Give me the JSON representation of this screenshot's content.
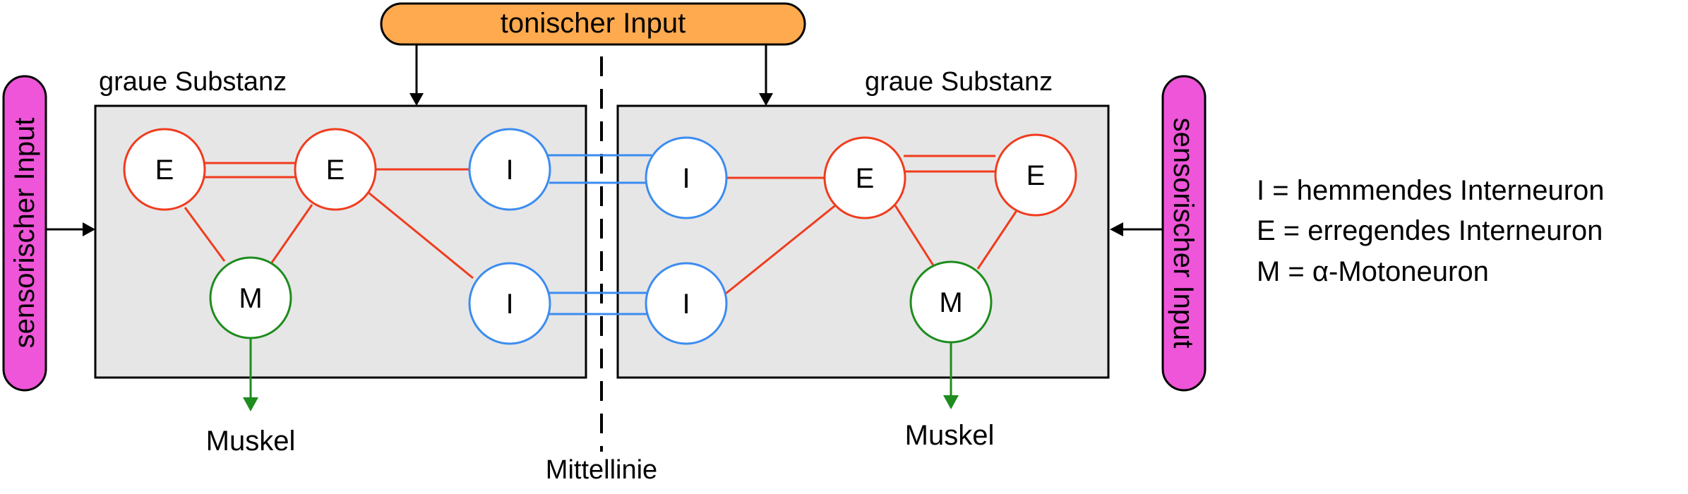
{
  "top_input": {
    "label": "tonischer Input",
    "color": "#FFAA4F"
  },
  "left_input": {
    "label": "sensorischer Input",
    "color": "#EE55D8"
  },
  "right_input": {
    "label": "sensorischer Input",
    "color": "#EE55D8"
  },
  "left_box": {
    "label": "graue Substanz",
    "fill": "#E6E6E6"
  },
  "right_box": {
    "label": "graue Substanz",
    "fill": "#E6E6E6"
  },
  "left_muscle": "Muskel",
  "right_muscle": "Muskel",
  "midline": "Mittellinie",
  "neurons": {
    "left_e1": "E",
    "left_e2": "E",
    "left_m": "M",
    "left_i1": "I",
    "left_i2": "I",
    "right_e1": "E",
    "right_e2": "E",
    "right_m": "M",
    "right_i1": "I",
    "right_i2": "I"
  },
  "legend": {
    "i": "I = hemmendes Interneuron",
    "e": "E = erregendes Interneuron",
    "m": "M = α-Motoneuron"
  },
  "colors": {
    "excitatory": "#F03C1E",
    "inhibitory": "#3C8CF0",
    "motor": "#1E8C1E",
    "black": "#000000"
  }
}
